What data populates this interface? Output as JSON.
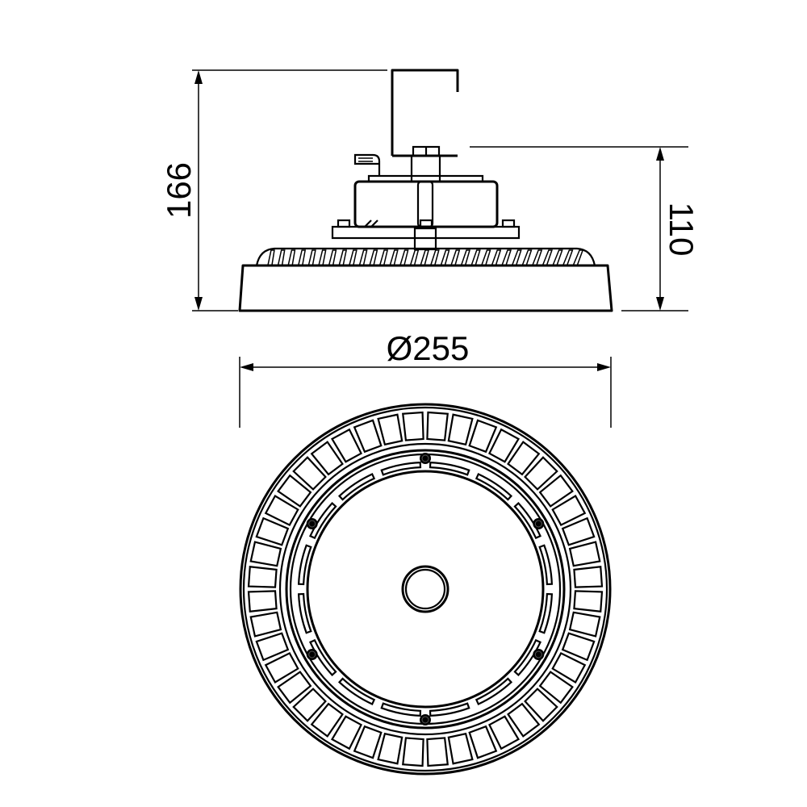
{
  "drawing": {
    "line_color": "#000000",
    "background": "#ffffff",
    "dimensions": {
      "total_height": "166",
      "body_height": "110",
      "diameter": "Ø255"
    },
    "top_view": {
      "slot_count": 44,
      "screw_count": 6
    }
  }
}
